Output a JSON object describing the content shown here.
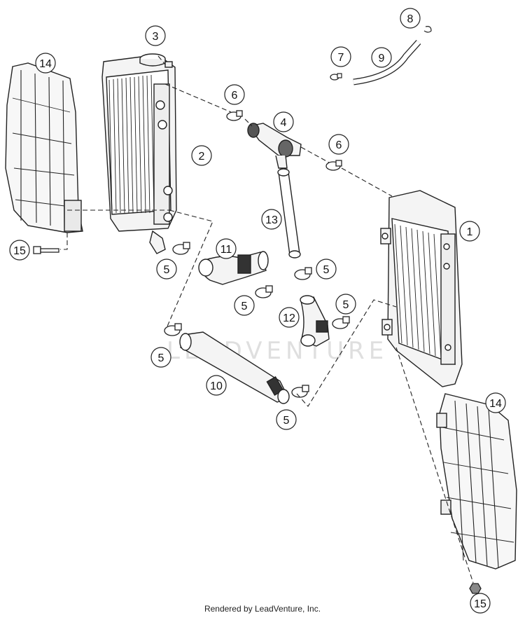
{
  "diagram": {
    "callouts": [
      {
        "id": "c1",
        "label": "1"
      },
      {
        "id": "c2",
        "label": "2"
      },
      {
        "id": "c3",
        "label": "3"
      },
      {
        "id": "c4",
        "label": "4"
      },
      {
        "id": "c5a",
        "label": "5"
      },
      {
        "id": "c5b",
        "label": "5"
      },
      {
        "id": "c5c",
        "label": "5"
      },
      {
        "id": "c5d",
        "label": "5"
      },
      {
        "id": "c5e",
        "label": "5"
      },
      {
        "id": "c5f",
        "label": "5"
      },
      {
        "id": "c6a",
        "label": "6"
      },
      {
        "id": "c6b",
        "label": "6"
      },
      {
        "id": "c7",
        "label": "7"
      },
      {
        "id": "c8",
        "label": "8"
      },
      {
        "id": "c9",
        "label": "9"
      },
      {
        "id": "c10",
        "label": "10"
      },
      {
        "id": "c11",
        "label": "11"
      },
      {
        "id": "c12",
        "label": "12"
      },
      {
        "id": "c13",
        "label": "13"
      },
      {
        "id": "c14a",
        "label": "14"
      },
      {
        "id": "c14b",
        "label": "14"
      },
      {
        "id": "c15a",
        "label": "15"
      },
      {
        "id": "c15b",
        "label": "15"
      }
    ]
  },
  "watermark": "LEADVENTURE",
  "footer": "Rendered by LeadVenture, Inc."
}
